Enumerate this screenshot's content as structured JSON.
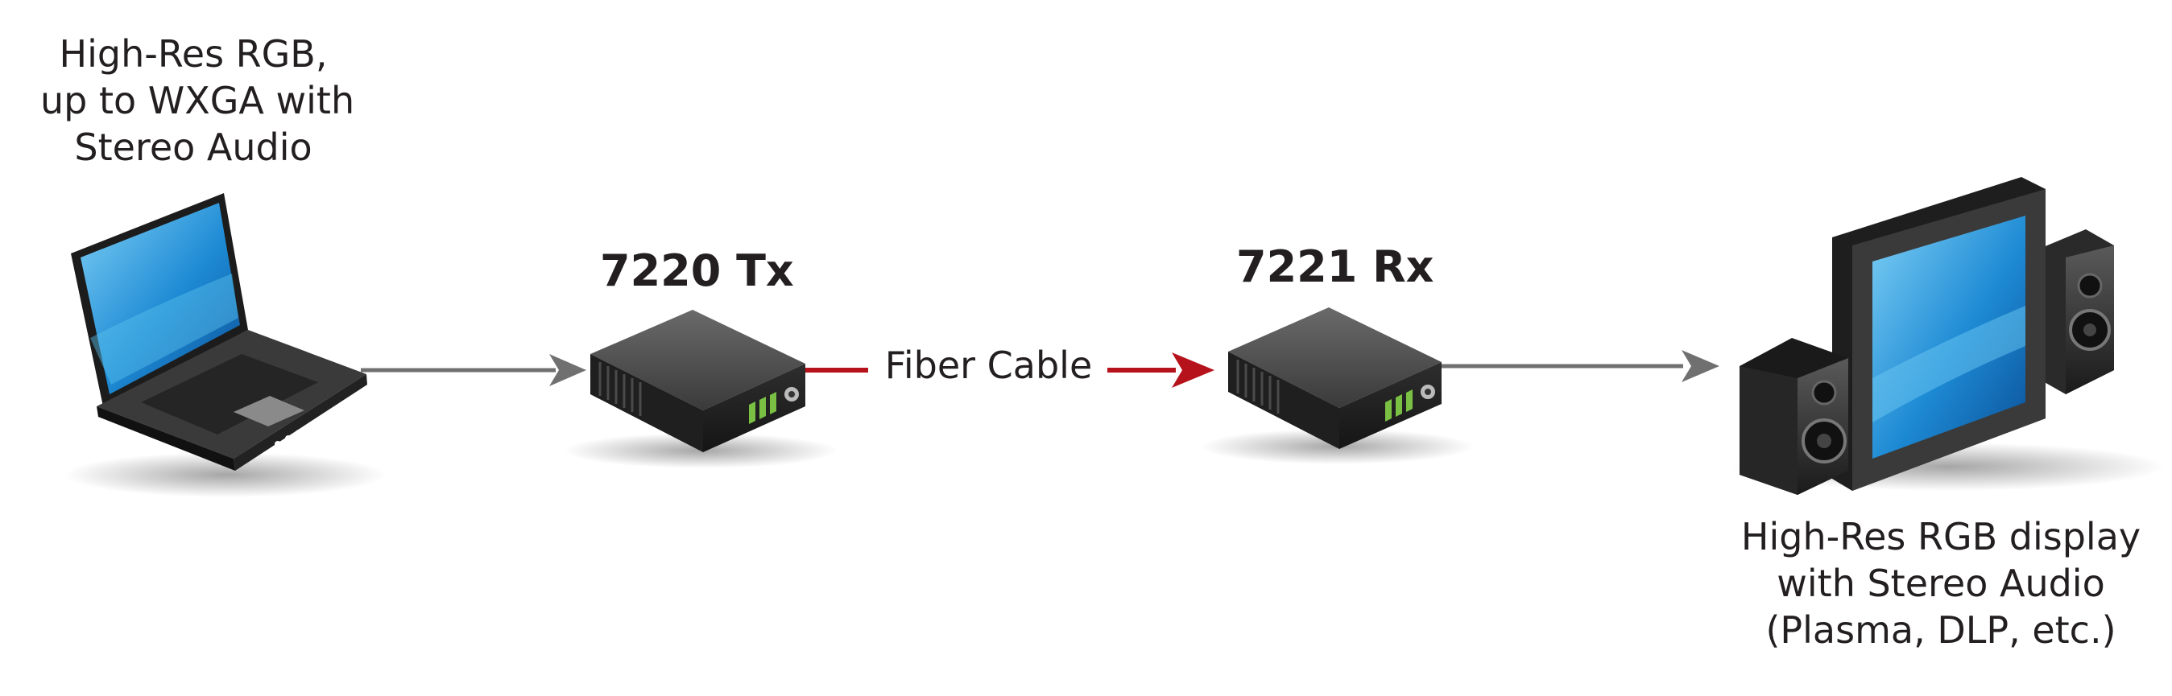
{
  "source_label": [
    "High-Res RGB,",
    "up to WXGA with",
    "Stereo Audio"
  ],
  "transmitter": {
    "title": "7220 Tx"
  },
  "receiver": {
    "title": "7221 Rx"
  },
  "cable": {
    "label": "Fiber Cable"
  },
  "display_label": [
    "High-Res RGB display",
    "with Stereo Audio",
    "(Plasma, DLP, etc.)"
  ],
  "colors": {
    "arrow_gray": "#707070",
    "fiber_red": "#b5121b",
    "screen_blue": "#1f8fd6",
    "device_dark": "#2a2a2a",
    "led_green": "#7ac143"
  }
}
